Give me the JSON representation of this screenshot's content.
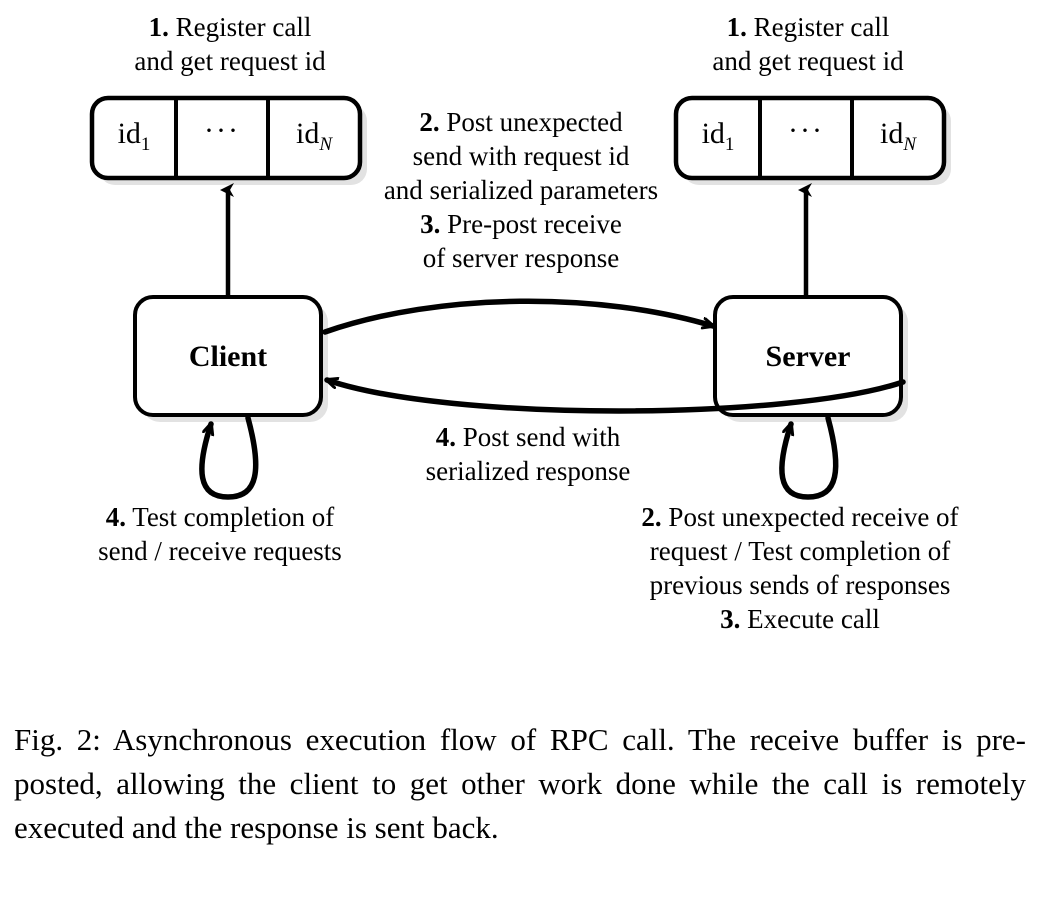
{
  "figure": {
    "caption": "Fig. 2: Asynchronous execution flow of RPC call. The receive buffer is pre-posted, allowing the client to get other work done while the call is remotely executed and the response is sent back.",
    "nodes": {
      "client": "Client",
      "server": "Server"
    },
    "buffers": {
      "left": {
        "cell_first": "id",
        "cell_first_sub": "1",
        "cell_middle": "···",
        "cell_last": "id",
        "cell_last_sub": "N"
      },
      "right": {
        "cell_first": "id",
        "cell_first_sub": "1",
        "cell_middle": "···",
        "cell_last": "id",
        "cell_last_sub": "N"
      }
    },
    "annotations": {
      "top_left": "1. Register call\nand get request id",
      "top_left_step": "1.",
      "top_right": "1. Register call\nand get request id",
      "top_right_step": "1.",
      "center": "2. Post unexpected\nsend with request id\nand serialized parameters\n3. Pre-post receive\nof server response",
      "center_step_a": "2.",
      "center_step_b": "3.",
      "mid_bottom": "4. Post send with\nserialized response",
      "mid_bottom_step": "4.",
      "bottom_left": "4. Test completion of\nsend / receive requests",
      "bottom_left_step": "4.",
      "bottom_right": "2. Post unexpected receive of\nrequest / Test completion of\nprevious sends of responses\n3. Execute call",
      "bottom_right_step_a": "2.",
      "bottom_right_step_b": "3."
    },
    "colors": {
      "stroke": "#000000",
      "fill": "#ffffff",
      "shadow": "#e2e2e2",
      "text": "#000000"
    }
  }
}
